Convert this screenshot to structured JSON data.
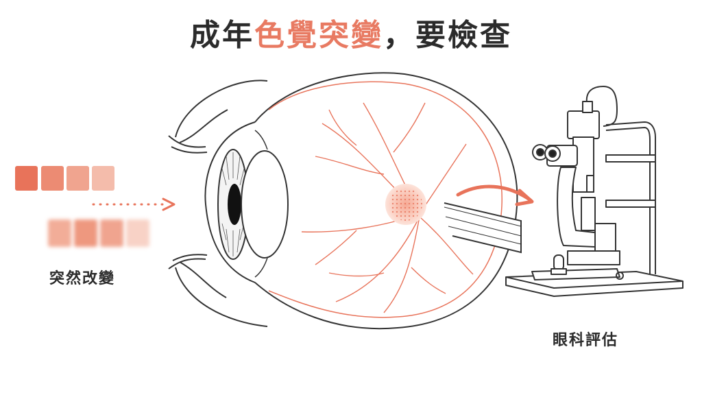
{
  "title": {
    "part1": "成年",
    "accent": "色覺突變",
    "part2": "，要檢查"
  },
  "labels": {
    "sudden_change": "突然改變",
    "eye_exam": "眼科評估"
  },
  "colors": {
    "accent": "#e87a62",
    "ink": "#2b2b2b",
    "clear_swatches": [
      "#e8735a",
      "#ec8b73",
      "#f0a48f",
      "#f4bcab"
    ],
    "blurred_swatches": [
      "#f2ad98",
      "#ee987f",
      "#f0a48f",
      "#f8d2c6"
    ]
  },
  "icons": [
    "eye-anatomy-icon",
    "slit-lamp-icon",
    "arrow-right-icon",
    "dotted-arrow-icon"
  ]
}
